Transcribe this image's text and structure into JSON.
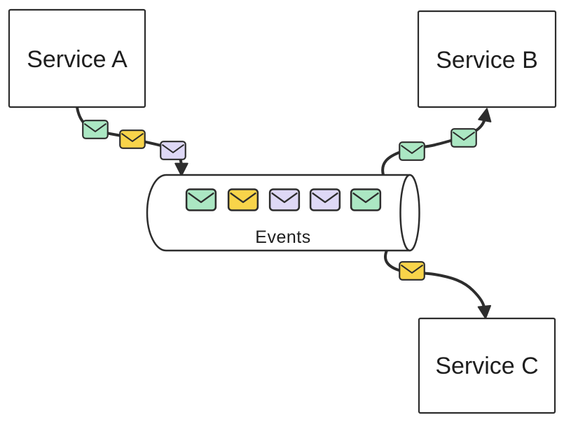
{
  "palette": {
    "background": "#ffffff",
    "stroke": "#2d2d2d",
    "text": "#1e1e1e",
    "node_fill": "#ffffff",
    "envelope_green": "#abe7c3",
    "envelope_yellow": "#f8d44a",
    "envelope_purple": "#ded8f6"
  },
  "icons": {
    "envelope": "rounded rectangle with V flap"
  },
  "nodes": {
    "service_a": {
      "label": "Service A"
    },
    "service_b": {
      "label": "Service B"
    },
    "service_c": {
      "label": "Service C"
    }
  },
  "queue": {
    "label": "Events",
    "shape": "horizontal-cylinder",
    "envelope_fills": [
      "#abe7c3",
      "#f8d44a",
      "#ded8f6",
      "#ded8f6",
      "#abe7c3"
    ]
  },
  "flows": {
    "a_to_queue": {
      "from": "Service A",
      "to": "Events",
      "envelope_fills": [
        "#abe7c3",
        "#f8d44a",
        "#ded8f6"
      ]
    },
    "queue_to_b": {
      "from": "Events",
      "to": "Service B",
      "envelope_fills": [
        "#abe7c3",
        "#abe7c3"
      ]
    },
    "queue_to_c": {
      "from": "Events",
      "to": "Service C",
      "envelope_fills": [
        "#f8d44a"
      ]
    }
  }
}
